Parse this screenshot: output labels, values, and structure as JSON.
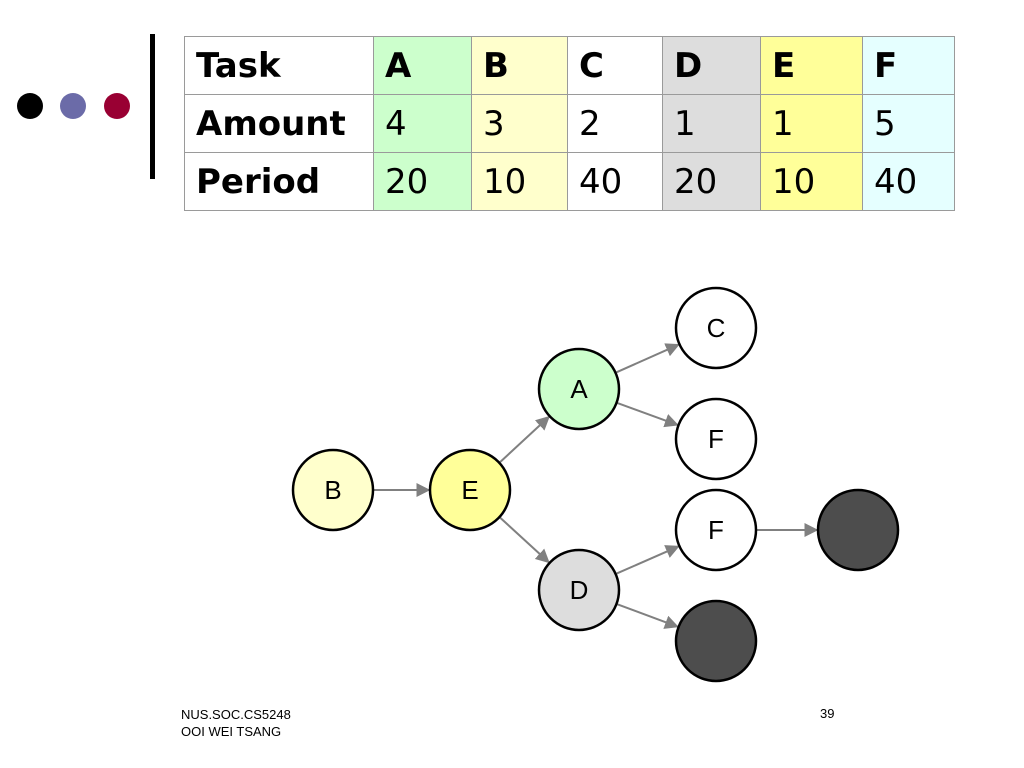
{
  "table": {
    "row_labels": {
      "task": "Task",
      "amount": "Amount",
      "period": "Period"
    },
    "columns": [
      {
        "task": "A",
        "amount": "4",
        "period": "20",
        "color": "#ccffcc"
      },
      {
        "task": "B",
        "amount": "3",
        "period": "10",
        "color": "#ffffcc"
      },
      {
        "task": "C",
        "amount": "2",
        "period": "40",
        "color": "#ffffff"
      },
      {
        "task": "D",
        "amount": "1",
        "period": "20",
        "color": "#dddddd"
      },
      {
        "task": "E",
        "amount": "1",
        "period": "10",
        "color": "#ffff99"
      },
      {
        "task": "F",
        "amount": "5",
        "period": "40",
        "color": "#e5ffff"
      }
    ]
  },
  "diagram": {
    "nodes": [
      {
        "id": "n1",
        "label": "B",
        "fill": "#ffffcc"
      },
      {
        "id": "n2",
        "label": "E",
        "fill": "#ffff99"
      },
      {
        "id": "n3",
        "label": "A",
        "fill": "#ccffcc"
      },
      {
        "id": "n4",
        "label": "D",
        "fill": "#dddddd"
      },
      {
        "id": "n5",
        "label": "C",
        "fill": "#ffffff"
      },
      {
        "id": "n6",
        "label": "F",
        "fill": "#ffffff"
      },
      {
        "id": "n7",
        "label": "F",
        "fill": "#ffffff"
      },
      {
        "id": "n8",
        "label": "",
        "fill": "#4d4d4d"
      },
      {
        "id": "n9",
        "label": "",
        "fill": "#4d4d4d"
      }
    ],
    "edges": [
      [
        "n1",
        "n2"
      ],
      [
        "n2",
        "n3"
      ],
      [
        "n2",
        "n4"
      ],
      [
        "n3",
        "n5"
      ],
      [
        "n3",
        "n6"
      ],
      [
        "n4",
        "n7"
      ],
      [
        "n4",
        "n9"
      ],
      [
        "n7",
        "n8"
      ]
    ]
  },
  "decor_dots": [
    "#000000",
    "#6b6ba8",
    "#990033"
  ],
  "footer": {
    "line1": "NUS.SOC.CS5248",
    "line2": "OOI WEI TSANG",
    "page_number": "39"
  }
}
